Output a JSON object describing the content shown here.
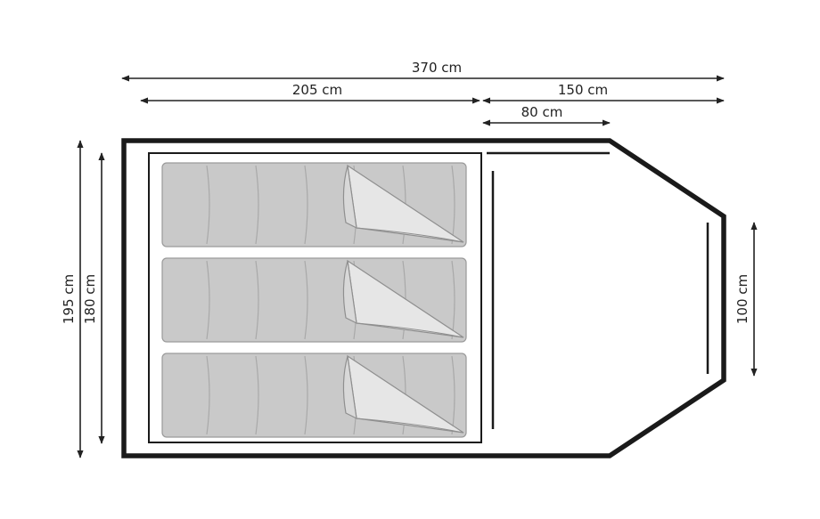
{
  "dimensions": {
    "total_length": "370 cm",
    "inner_length": "205 cm",
    "vestibule_length": "150 cm",
    "vestibule_partial": "80 cm",
    "outer_width": "195 cm",
    "inner_width": "180 cm",
    "front_width": "100 cm"
  },
  "colors": {
    "outline": "#1a1a1a",
    "line": "#222222",
    "mat_fill": "#c9c9c9",
    "mat_stroke": "#9a9a9a",
    "sheet_fill": "#e2e2e2"
  },
  "sleeping_mats": 3
}
